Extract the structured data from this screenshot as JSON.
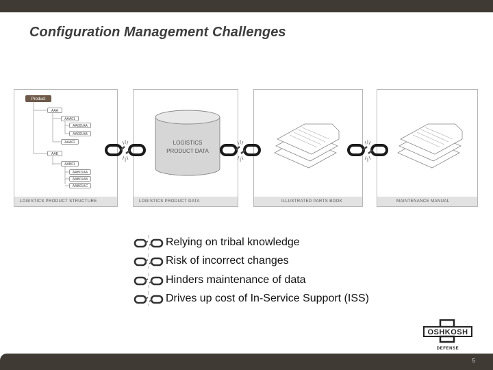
{
  "slide": {
    "title": "Configuration Management Challenges",
    "page_number": "5"
  },
  "panels": [
    {
      "caption": "LOGISTICS PRODUCT STRUCTURE"
    },
    {
      "caption": "LOGISTICS PRODUCT DATA",
      "db_label_line1": "LOGISTICS",
      "db_label_line2": "PRODUCT DATA"
    },
    {
      "caption": "ILLUSTRATED PARTS BOOK"
    },
    {
      "caption": "MAINTENANCE MANUAL"
    }
  ],
  "tree": {
    "root": "Product",
    "nodes": [
      "AAA",
      "AAA01",
      "AA001AA",
      "AA001AB",
      "AAA02",
      "AAB",
      "AAB01",
      "AAB01AA",
      "AAB01AB",
      "AAB01AC"
    ]
  },
  "bullets": [
    "Relying on tribal knowledge",
    "Risk of incorrect changes",
    "Hinders maintenance of data",
    "Drives up cost of In-Service Support (ISS)"
  ],
  "logo": {
    "brand": "OSHKOSH",
    "sub": "DEFENSE"
  },
  "icons": {
    "chain": "broken-chain-icon",
    "database": "database-cylinder-icon",
    "documents": "document-stack-icon"
  }
}
